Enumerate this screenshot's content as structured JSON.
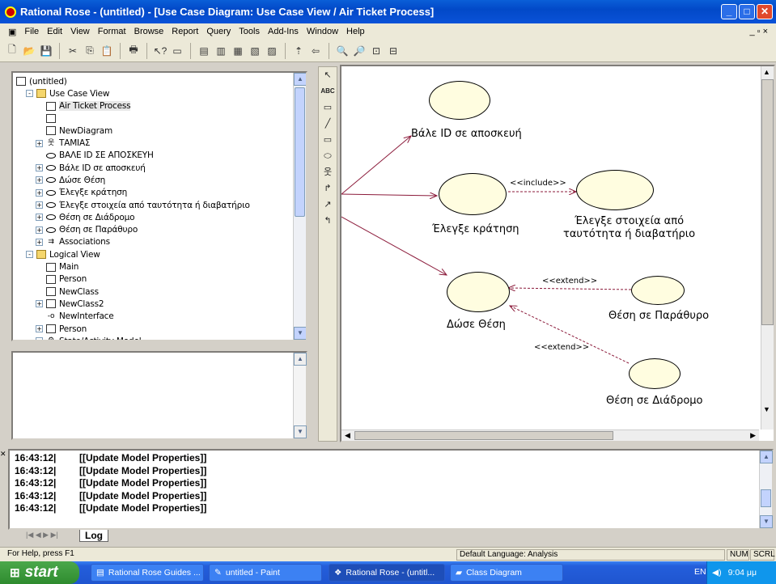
{
  "window": {
    "title": "Rational Rose - (untitled) - [Use Case Diagram: Use Case View / Air Ticket Process]"
  },
  "menu": [
    "File",
    "Edit",
    "View",
    "Format",
    "Browse",
    "Report",
    "Query",
    "Tools",
    "Add-Ins",
    "Window",
    "Help"
  ],
  "browser_tree": [
    {
      "label": "(untitled)",
      "indent": 0,
      "icon": "model-icon"
    },
    {
      "label": "Use Case View",
      "indent": 1,
      "icon": "folder-icon",
      "expander": "-"
    },
    {
      "label": "Air Ticket Process",
      "indent": 2,
      "icon": "diagram-icon"
    },
    {
      "label": "",
      "indent": 2,
      "icon": "diagram-icon"
    },
    {
      "label": "NewDiagram",
      "indent": 2,
      "icon": "diagram-icon"
    },
    {
      "label": "ΤΑΜΙΑΣ",
      "indent": 2,
      "icon": "actor-icon",
      "expander": "+"
    },
    {
      "label": "ΒΑΛΕ ID ΣΕ ΑΠΟΣΚΕΥΗ",
      "indent": 2,
      "icon": "usecase-icon"
    },
    {
      "label": "Βάλε ID σε αποσκευή",
      "indent": 2,
      "icon": "usecase-icon",
      "expander": "+"
    },
    {
      "label": "Δώσε Θέση",
      "indent": 2,
      "icon": "usecase-icon",
      "expander": "+"
    },
    {
      "label": "Έλεγξε κράτηση",
      "indent": 2,
      "icon": "usecase-icon",
      "expander": "+"
    },
    {
      "label": "Έλεγξε στοιχεία από ταυτότητα ή διαβατήριο",
      "indent": 2,
      "icon": "usecase-icon",
      "expander": "+"
    },
    {
      "label": "Θέση σε Διάδρομο",
      "indent": 2,
      "icon": "usecase-icon",
      "expander": "+"
    },
    {
      "label": "Θέση σε Παράθυρο",
      "indent": 2,
      "icon": "usecase-icon",
      "expander": "+"
    },
    {
      "label": "Associations",
      "indent": 2,
      "icon": "associations-icon",
      "expander": "+"
    },
    {
      "label": "Logical View",
      "indent": 1,
      "icon": "folder-icon",
      "expander": "-"
    },
    {
      "label": "Main",
      "indent": 2,
      "icon": "diagram-icon"
    },
    {
      "label": "Person",
      "indent": 2,
      "icon": "diagram-icon"
    },
    {
      "label": "NewClass",
      "indent": 2,
      "icon": "class-icon"
    },
    {
      "label": "NewClass2",
      "indent": 2,
      "icon": "class-icon",
      "expander": "+"
    },
    {
      "label": "NewInterface",
      "indent": 2,
      "icon": "interface-icon"
    },
    {
      "label": "Person",
      "indent": 2,
      "icon": "class-icon",
      "expander": "+"
    },
    {
      "label": "State/Activity Model",
      "indent": 2,
      "icon": "state-model-icon",
      "expander": "-"
    }
  ],
  "palette_tools": [
    "↖",
    "ABC",
    "▭",
    "╱",
    "▭",
    "⬭",
    "웃",
    "↱",
    "↗",
    "↰"
  ],
  "diagram": {
    "use_cases": {
      "baggage": "Βάλε ID σε αποσκευή",
      "check": "Έλεγξε κράτηση",
      "verify_line1": "Έλεγξε στοιχεία από",
      "verify_line2": "ταυτότητα ή διαβατήριο",
      "seat": "Δώσε Θέση",
      "window": "Θέση σε Παράθυρο",
      "aisle": "Θέση σε Διάδρομο"
    },
    "stereotypes": {
      "include": "<<include>>",
      "extend1": "<<extend>>",
      "extend2": "<<extend>>"
    }
  },
  "log": {
    "rows": [
      {
        "time": "16:43:12|",
        "msg": "[[Update Model Properties]]"
      },
      {
        "time": "16:43:12|",
        "msg": "[[Update Model Properties]]"
      },
      {
        "time": "16:43:12|",
        "msg": "[[Update Model Properties]]"
      },
      {
        "time": "16:43:12|",
        "msg": "[[Update Model Properties]]"
      },
      {
        "time": "16:43:12|",
        "msg": "[[Update Model Properties]]"
      }
    ],
    "tab": "Log"
  },
  "status": {
    "help": "For Help, press F1",
    "language": "Default Language: Analysis",
    "num": "NUM",
    "scrl": "SCRL"
  },
  "taskbar": {
    "start": "start",
    "tasks": [
      "Rational Rose Guides ...",
      "untitled - Paint",
      "Rational Rose - (untitl...",
      "Class Diagram"
    ],
    "lang": "EN",
    "clock": "9:04 μμ"
  },
  "colors": {
    "title_blue": "#0249c8",
    "usecase_fill": "#fffde0",
    "association_line": "#8b1a3a"
  }
}
